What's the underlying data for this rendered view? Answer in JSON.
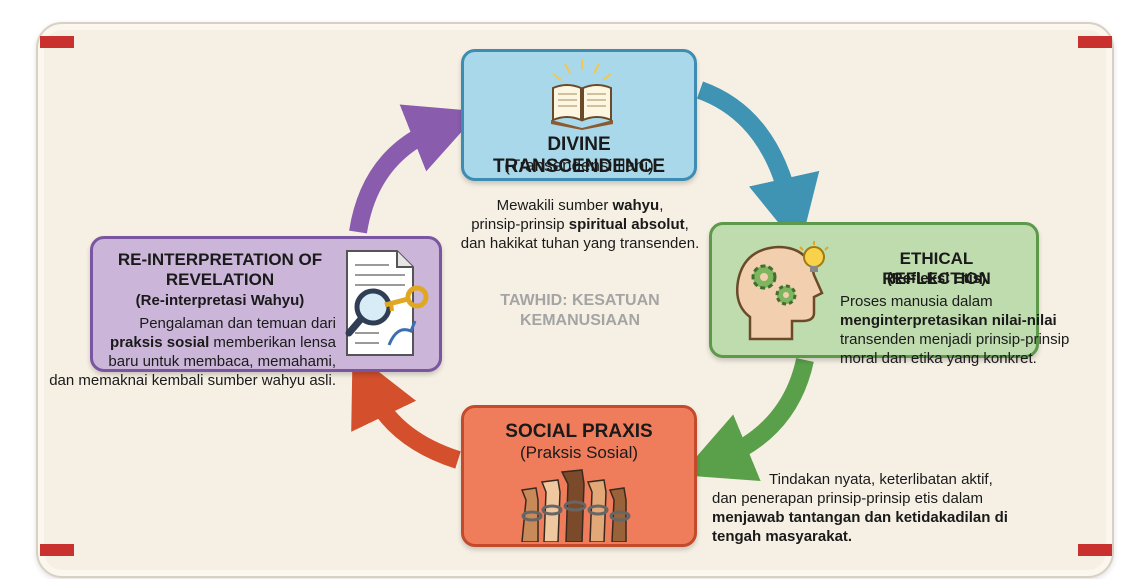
{
  "center_label": {
    "line1": "TAWHID: KESATUAN",
    "line2": "KEMANUSIAAN"
  },
  "nodes": {
    "top": {
      "title": "DIVINE TRANSCENDENCE",
      "subtitle": "(Transendensi Ilahi)",
      "desc": [
        {
          "pre": "Mewakili sumber ",
          "bold": "wahyu",
          "post": ","
        },
        {
          "pre": "prinsip-prinsip ",
          "bold": "spiritual absolut",
          "post": ","
        },
        {
          "pre": "dan hakikat tuhan yang transenden.",
          "bold": "",
          "post": ""
        }
      ],
      "icon": "open-book-icon",
      "color": "#a9d8ea"
    },
    "right": {
      "title": "ETHICAL REFLECTION",
      "subtitle": "(Refleksi Etis)",
      "desc": [
        {
          "pre": "Proses manusia dalam",
          "bold": "",
          "post": ""
        },
        {
          "pre": "",
          "bold": "menginterpretasikan nilai-nilai",
          "post": ""
        },
        {
          "pre": "transenden menjadi prinsip-prinsip",
          "bold": "",
          "post": ""
        },
        {
          "pre": "moral dan etika yang konkret.",
          "bold": "",
          "post": ""
        }
      ],
      "icon": "head-gears-lightbulb-icon",
      "color": "#bfdcae"
    },
    "bottom": {
      "title": "SOCIAL PRAXIS",
      "subtitle": "(Praksis Sosial)",
      "desc": [
        {
          "pre": "Tindakan nyata, keterlibatan aktif,",
          "bold": "",
          "post": ""
        },
        {
          "pre": "dan penerapan prinsip-prinsip etis dalam",
          "bold": "",
          "post": ""
        },
        {
          "pre": "",
          "bold": "menjawab tantangan dan ketidakadilan di",
          "post": ""
        },
        {
          "pre": "",
          "bold": "tengah masyarakat.",
          "post": ""
        }
      ],
      "icon": "raised-fists-broken-chains-icon",
      "color": "#ef7d5b"
    },
    "left": {
      "title_line1": "RE-INTERPRETATION OF",
      "title_line2": "REVELATION",
      "subtitle": "(Re-interpretasi Wahyu)",
      "desc": [
        {
          "pre": "Pengalaman dan temuan dari",
          "bold": "",
          "post": ""
        },
        {
          "pre": "",
          "bold": "praksis sosial",
          "post": " memberikan lensa"
        },
        {
          "pre": "baru untuk membaca, memahami,",
          "bold": "",
          "post": ""
        },
        {
          "pre": "dan memaknai kembali sumber wahyu asli.",
          "bold": "",
          "post": ""
        }
      ],
      "icon": "document-magnifier-key-icon",
      "color": "#cbb6da"
    }
  },
  "arrow_colors": {
    "top_to_right": "#3f93b3",
    "right_to_bottom": "#5aa04a",
    "bottom_to_left": "#d4502c",
    "left_to_top": "#8a5cae"
  }
}
